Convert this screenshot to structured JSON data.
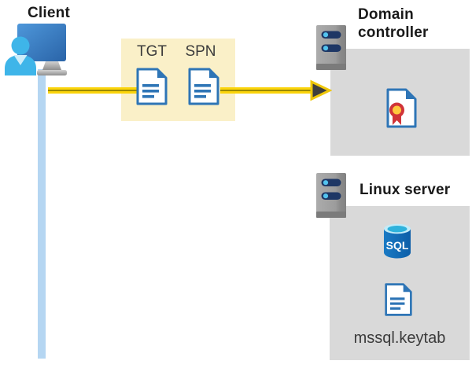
{
  "client": {
    "label": "Client"
  },
  "tickets": {
    "tgt_label": "TGT",
    "spn_label": "SPN"
  },
  "domain_controller": {
    "label": "Domain controller"
  },
  "linux_server": {
    "label": "Linux server",
    "sql_badge": "SQL",
    "keytab_label": "mssql.keytab"
  },
  "icons": {
    "client": "person-at-monitor-icon",
    "server": "server-tower-icon",
    "tgt": "document-icon",
    "spn": "document-icon",
    "certificate": "certificate-icon",
    "database": "sql-database-icon",
    "keytab_file": "document-icon",
    "flow": "arrow-right-icon"
  },
  "colors": {
    "arrow_yellow": "#fbd40b",
    "arrow_dark_stripe": "#9c8a00",
    "arrowhead_fill": "#3e3e3e",
    "ticket_box_bg": "#faf0c8",
    "panel_bg": "#d9d9d9",
    "document_blue": "#2e75b6",
    "client_person_blue": "#3eb5e9",
    "client_line_blue": "#b5d6f2",
    "server_bar_navy": "#1e3765",
    "server_dot_blue": "#53c4ef",
    "sql_cylinder_blue": "#1168b5",
    "sql_top_teal": "#2eb2dc",
    "certificate_red": "#d13438",
    "certificate_gold": "#ffc83d",
    "title_text": "#1a1a1a",
    "label_text": "#3b3b3b"
  }
}
